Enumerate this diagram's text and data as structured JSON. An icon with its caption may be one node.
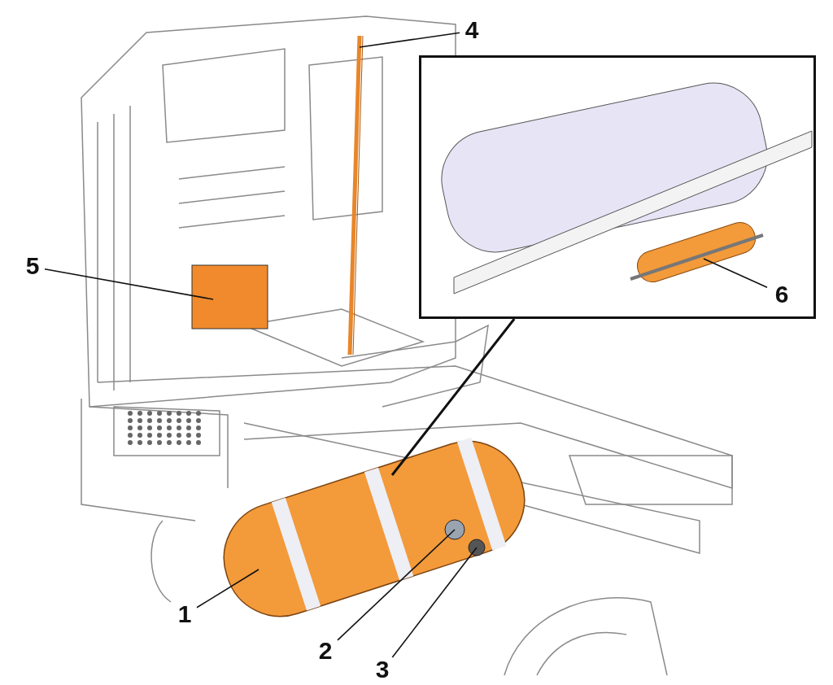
{
  "diagram": {
    "nodes": [
      {
        "text": [
          "4"
        ]
      },
      {
        "text": [],
        "shape": "picture"
      },
      {
        "text": [
          "5"
        ]
      },
      {
        "text": [],
        "shape": "box"
      },
      {
        "text": [],
        "shape": "picture"
      },
      {
        "text": [
          "6"
        ],
        "in": 4
      },
      {
        "text": [],
        "shape": "picture",
        "in": 4
      },
      {
        "text": [
          "1"
        ]
      },
      {
        "text": [],
        "shape": "picture"
      },
      {
        "text": [
          "2"
        ]
      },
      {
        "text": [],
        "shape": "circle",
        "in": 8
      },
      {
        "text": [
          "3"
        ]
      },
      {
        "text": [],
        "shape": "circle",
        "in": 8
      }
    ],
    "edges": [
      {
        "from": 0,
        "to": 1,
        "arrow": "none"
      },
      {
        "from": 2,
        "to": 3,
        "arrow": "none"
      },
      {
        "from": 5,
        "to": 6,
        "arrow": "none"
      },
      {
        "from": 7,
        "to": 8,
        "arrow": "none"
      },
      {
        "from": 9,
        "to": 10,
        "arrow": "none"
      },
      {
        "from": 11,
        "to": 12,
        "arrow": "none"
      },
      {
        "from": 4,
        "to": 8,
        "arrow": "none"
      }
    ]
  }
}
